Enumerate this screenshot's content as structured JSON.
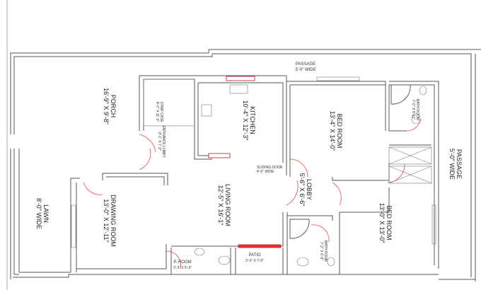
{
  "rooms": {
    "porch": {
      "name": "PORCH",
      "size": "16'-9\" X 9'-8\""
    },
    "kitchen": {
      "name": "KITCHEN",
      "size": "10'-4\" X 12'-3\""
    },
    "staircase": {
      "name": "STAIR CASE",
      "size": "8'-0\" X 11'-0\""
    },
    "entrance_lobby": {
      "name": "ENTRANCE LOBBY",
      "size": "8'-1\" X 7'-2\""
    },
    "passage_top": {
      "name": "PASSAGE",
      "size": "3'-0\" WIDE"
    },
    "bedroom1": {
      "name": "BED ROOM",
      "size": "13'-4\" X 14'-0\""
    },
    "bath1": {
      "name": "BATH ROOM",
      "size": "7'-0\" X 8'-11\""
    },
    "passage_right": {
      "name": "PASSAGE",
      "size": "5'-0\" WIDE"
    },
    "sliding_door": {
      "name": "SLIDING DOOR",
      "size": "4'-6\" WIDE"
    },
    "living": {
      "name": "LIVING ROOM",
      "size": "12'-5\" X 16'-1\""
    },
    "lobby": {
      "name": "LOBBY",
      "size": "5'-6\" X 6'-6\""
    },
    "bedroom2": {
      "name": "BED ROOM",
      "size": "13'-0\" X 13'-0\""
    },
    "bath2": {
      "name": "BATH ROOM",
      "size": "7'-2\" X 6'-6\""
    },
    "proom": {
      "name": "P. ROOM",
      "size": "3'-3\" X 5'-9\""
    },
    "patio": {
      "name": "PATIO",
      "size": "3'-3\" X 7'-0\""
    },
    "drawing": {
      "name": "DRAWING ROOM",
      "size": "13'-0\" X 12'-11\""
    },
    "lawn": {
      "name": "LAWN",
      "size": "8'-0\" WIDE"
    }
  },
  "colors": {
    "walls": "#555555",
    "doors": "#e05050",
    "windows": "#c03030"
  }
}
